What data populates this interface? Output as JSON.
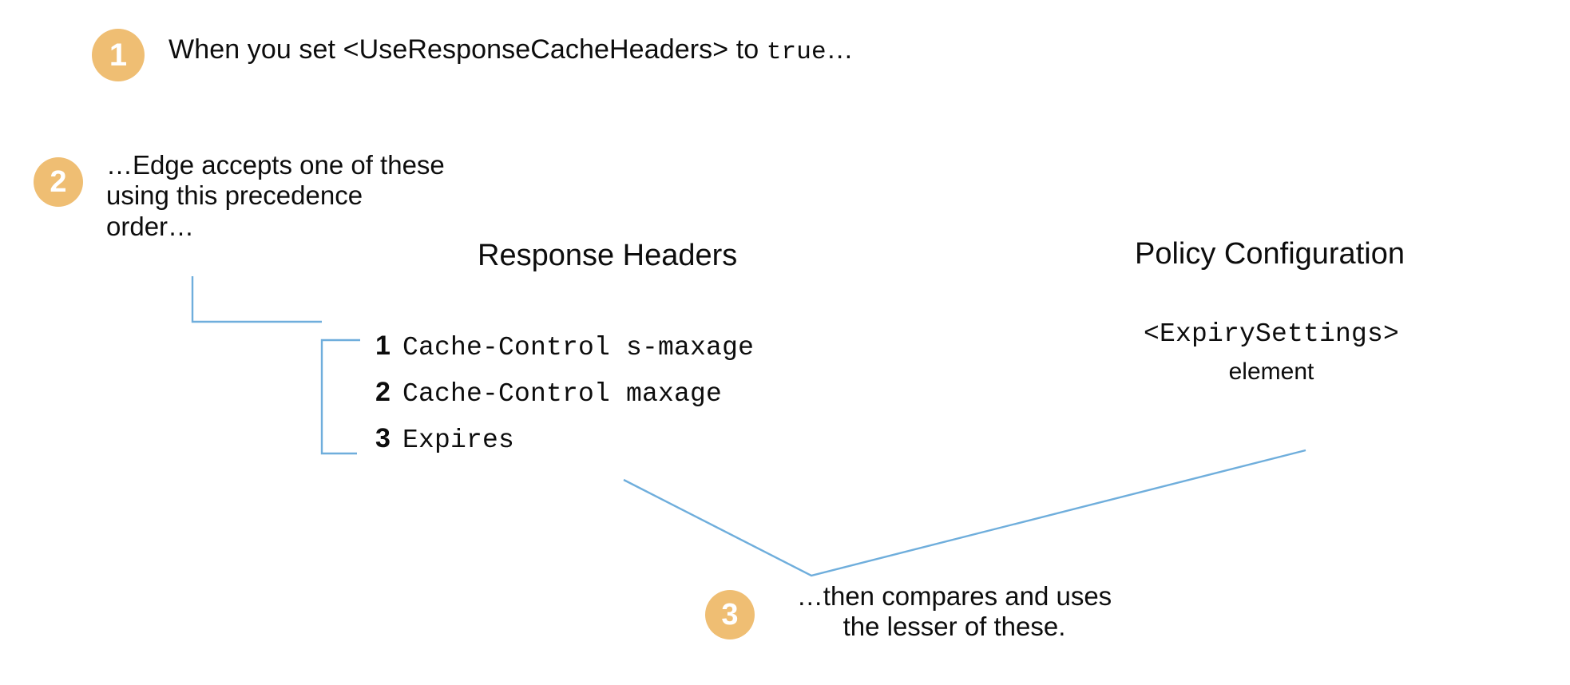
{
  "theme": {
    "background": "#ffffff",
    "text_color": "#0d0d0d",
    "badge_fill": "#EFBE73",
    "badge_text": "#ffffff",
    "connector_color": "#6FAEDC"
  },
  "steps": [
    {
      "number": "1",
      "text_plain": "When you set <UseResponseCacheHeaders> to true…"
    },
    {
      "number": "2",
      "text": "…Edge accepts one of these using this precedence order…"
    },
    {
      "number": "3",
      "text": "…then compares and uses the lesser of these."
    }
  ],
  "step1": {
    "lead": "When you set <UseResponseCacheHeaders> to ",
    "code": "true",
    "trail": "…"
  },
  "step2": {
    "line1": "…Edge accepts one of these",
    "line2": "using this precedence",
    "line3": "order…"
  },
  "step3": {
    "line1": "…then compares and uses",
    "line2": "the lesser of these."
  },
  "columns": {
    "response_headers": {
      "heading": "Response Headers",
      "items": [
        {
          "rank": "1",
          "value": "Cache-Control s-maxage"
        },
        {
          "rank": "2",
          "value": "Cache-Control maxage"
        },
        {
          "rank": "3",
          "value": "Expires"
        }
      ]
    },
    "policy_configuration": {
      "heading": "Policy Configuration",
      "element_name": "<ExpirySettings>",
      "element_label": "element"
    }
  }
}
